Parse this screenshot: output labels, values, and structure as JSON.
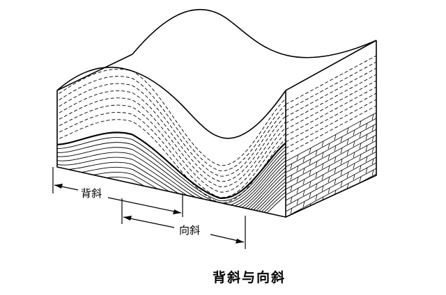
{
  "labels": {
    "anticline": "背斜",
    "syncline": "向斜"
  },
  "caption": "背斜与向斜",
  "colors": {
    "line": "#000000",
    "background": "#ffffff"
  }
}
